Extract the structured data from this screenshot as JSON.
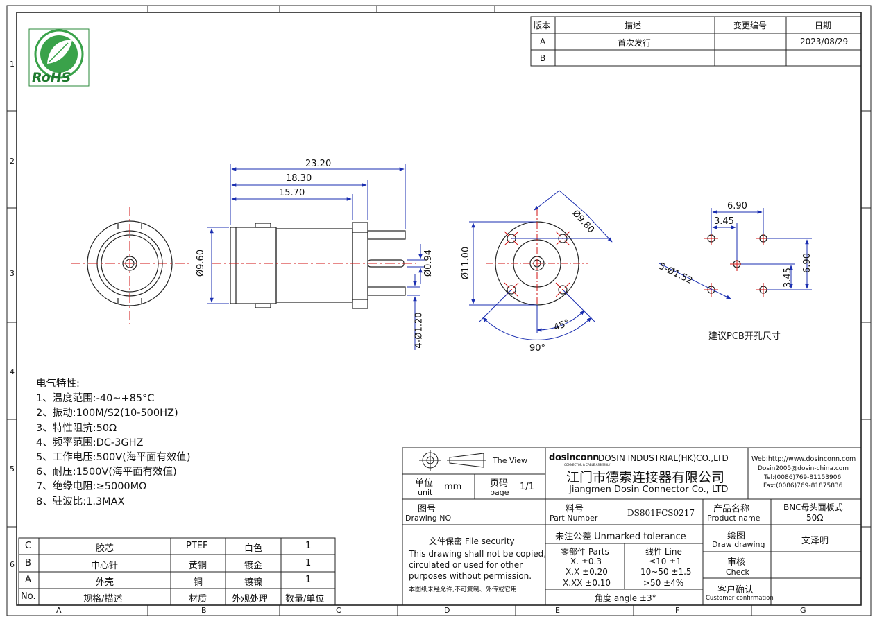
{
  "revision_table": {
    "headers": [
      "版本",
      "描述",
      "变更编号",
      "日期"
    ],
    "rows": [
      [
        "A",
        "首次发行",
        "---",
        "2023/08/29"
      ],
      [
        "B",
        "",
        "",
        ""
      ]
    ]
  },
  "logo": {
    "text": "RoHS"
  },
  "zones": {
    "columns": [
      "A",
      "B",
      "C",
      "D",
      "E",
      "F",
      "G"
    ],
    "rows": [
      "1",
      "2",
      "3",
      "4",
      "5",
      "6"
    ]
  },
  "dimensions": {
    "len_total": "23.20",
    "len_mid": "18.30",
    "len_short": "15.70",
    "body_dia": "Ø9.60",
    "pin_dia": "Ø0.94",
    "leg_dia": "4-Ø1.20",
    "flange_dia": "Ø11.00",
    "pcd_dia": "Ø9.80",
    "angle_45": "45°",
    "angle_90": "90°",
    "pcb_w": "6.90",
    "pcb_half_w": "3.45",
    "pcb_h": "6.90",
    "pcb_half_h": "3.45",
    "pcb_holes": "5-Ø1.52",
    "pcb_caption": "建议PCB开孔尺寸"
  },
  "electrical": {
    "title": "电气特性:",
    "items": [
      "1、温度范围:-40~+85°C",
      "2、振动:100M/S2(10-500HZ)",
      "3、特性阻抗:50Ω",
      "4、频率范围:DC-3GHZ",
      "5、工作电压:500V(海平面有效值)",
      "6、耐压:1500V(海平面有效值)",
      "7、绝缘电阻:≥5000MΩ",
      "8、驻波比:1.3MAX"
    ]
  },
  "bom": {
    "headers": [
      "No.",
      "规格/描述",
      "材质",
      "外观处理",
      "数量/单位"
    ],
    "rows": [
      [
        "C",
        "胶芯",
        "PTEF",
        "白色",
        "1"
      ],
      [
        "B",
        "中心针",
        "黄铜",
        "镀金",
        "1"
      ],
      [
        "A",
        "外壳",
        "铜",
        "镀镍",
        "1"
      ]
    ]
  },
  "title_block": {
    "view_label": "The View",
    "unit_cn": "单位",
    "unit_en": "unit",
    "unit_value": "mm",
    "page_cn": "页码",
    "page_en": "page",
    "page_value": "1/1",
    "brand": "dosinconn",
    "brand_tagline": "CONNECTOR & CABLE ASSEMBLY",
    "company_en": "DOSIN INDUSTRIAL(HK)CO.,LTD",
    "company_cn": "江门市德索连接器有限公司",
    "company_en2": "Jiangmen Dosin Connector Co., LTD",
    "web": "Web:http://www.dosinconn.com",
    "email": "Dosin2005@dosin-china.com",
    "tel": "Tel:(0086)769-81153906",
    "fax": "Fax:(0086)769-81875836",
    "drawing_no_cn": "图号",
    "drawing_no_en": "Drawing NO",
    "part_cn": "料号",
    "part_en": "Part Number",
    "part_value": "DS801FCS0217",
    "product_cn": "产品名称",
    "product_en": "Product name",
    "product_value1": "BNC母头面板式",
    "product_value2": "50Ω",
    "security_title": "文件保密  File security",
    "security_text": [
      "This drawing shall not be copied,",
      "circulated or used for other",
      "purposes without permission."
    ],
    "security_cn": "本图纸未经允许,不可复制、外传或它用",
    "tolerance_title": "未注公差 Unmarked tolerance",
    "parts_header": "零部件 Parts",
    "parts_values": [
      "X.  ±0.3",
      "X.X  ±0.20",
      "X.XX  ±0.10"
    ],
    "line_header": "线性 Line",
    "line_values": [
      "≤10  ±1",
      "10~50  ±1.5",
      ">50  ±4%"
    ],
    "angle": "角度 angle  ±3°",
    "draw_cn": "绘图",
    "draw_en": "Draw drawing",
    "draw_value": "文泽明",
    "check_cn": "审核",
    "check_en": "Check",
    "customer_cn": "客户确认",
    "customer_en": "Customer confirmation"
  }
}
